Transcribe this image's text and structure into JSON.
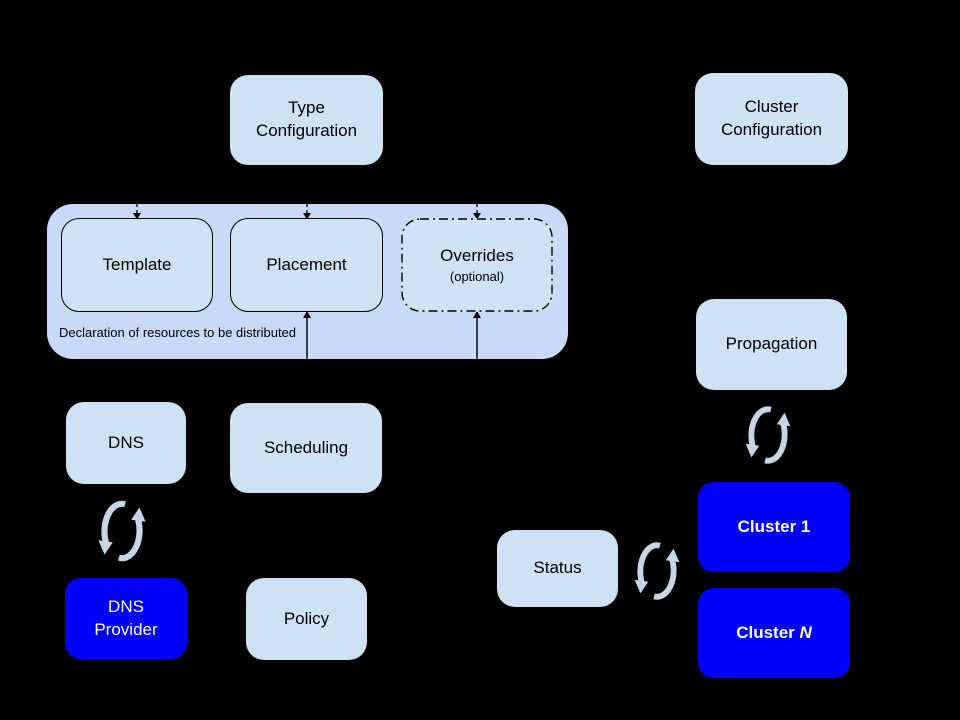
{
  "colors": {
    "background": "#000000",
    "node_fill": "#cfe2f3",
    "group_fill": "#c9daf8",
    "cluster_fill": "#0000ff",
    "node_text": "#000000",
    "cluster_text": "#ffffff",
    "sync_icon": "#c6d6e7",
    "line": "#000000"
  },
  "icons": {
    "sync_icon": "two circular refresh arrows indicating bidirectional sync"
  },
  "nodes": {
    "type_configuration": "Type\nConfiguration",
    "cluster_configuration": "Cluster\nConfiguration",
    "template": "Template",
    "placement": "Placement",
    "overrides": {
      "title": "Overrides",
      "subtitle": "(optional)"
    },
    "declaration_caption": "Declaration of resources to be distributed",
    "dns": "DNS",
    "scheduling": "Scheduling",
    "propagation": "Propagation",
    "dns_provider": "DNS\nProvider",
    "policy": "Policy",
    "status": "Status",
    "cluster_1": "Cluster 1",
    "cluster_n": {
      "prefix": "Cluster ",
      "n": "N"
    }
  }
}
